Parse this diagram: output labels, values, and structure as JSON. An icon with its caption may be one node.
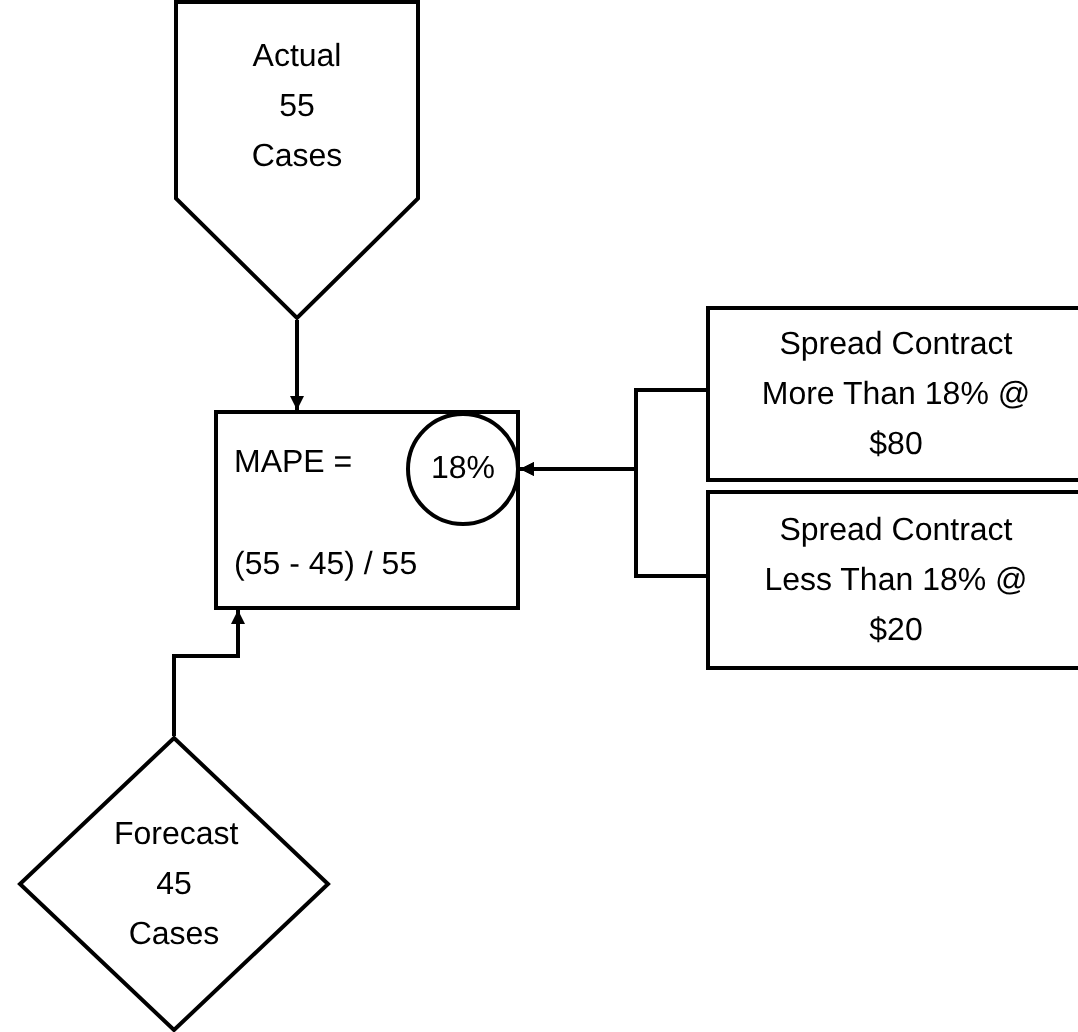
{
  "diagram": {
    "nodes": [
      {
        "text": [
          "Actual 55 Cases"
        ]
      },
      {
        "text": [
          "MAPE =",
          "(55 - 45) / 55"
        ]
      },
      {
        "text": [
          "18%"
        ],
        "in": 1
      },
      {
        "text": [
          "Spread Contract More Than 18% @ $80"
        ]
      },
      {
        "text": [
          "Spread Contract Less Than 18% @ $20"
        ]
      },
      {
        "text": [
          "Forecast 45 Cases"
        ]
      }
    ],
    "edges": [
      {
        "from": 0,
        "to": 1,
        "arrow": "to"
      },
      {
        "from": 5,
        "to": 1,
        "arrow": "to"
      },
      {
        "from": 3,
        "to": 2,
        "arrow": "to"
      },
      {
        "from": 4,
        "to": 2,
        "arrow": "to"
      }
    ]
  }
}
